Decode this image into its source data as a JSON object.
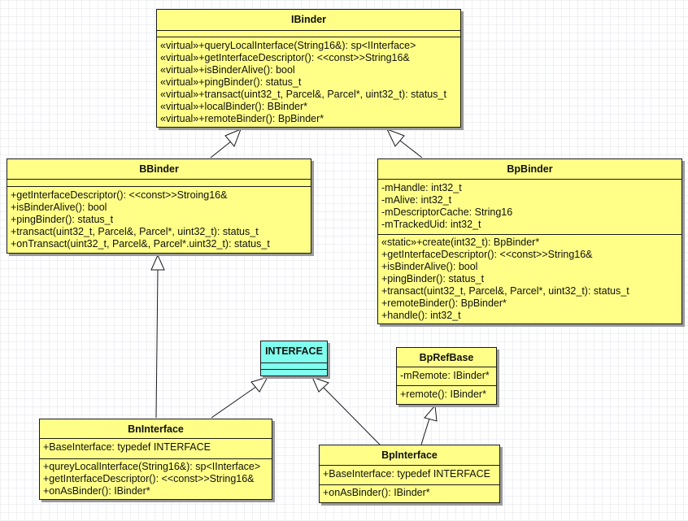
{
  "classes": {
    "ibinder": {
      "name": "IBinder",
      "attributes": [],
      "methods": [
        "«virtual»+queryLocalInterface(String16&): sp<IInterface>",
        "«virtual»+getInterfaceDescriptor(): <<const>>String16&",
        "«virtual»+isBinderAlive(): bool",
        "«virtual»+pingBinder(): status_t",
        "«virtual»+transact(uint32_t, Parcel&, Parcel*, uint32_t): status_t",
        "«virtual»+localBinder(): BBinder*",
        "«virtual»+remoteBinder(): BpBinder*"
      ]
    },
    "bbinder": {
      "name": "BBinder",
      "attributes": [],
      "methods": [
        "+getInterfaceDescriptor(): <<const>>Stroing16&",
        "+isBinderAlive(): bool",
        "+pingBinder(): status_t",
        "+transact(uint32_t, Parcel&, Parcel*, uint32_t): status_t",
        "+onTransact(uint32_t, Parcel&, Parcel*.uint32_t): status_t"
      ]
    },
    "bpbinder": {
      "name": "BpBinder",
      "attributes": [
        "-mHandle: int32_t",
        "-mAlive: int32_t",
        "-mDescriptorCache: String16",
        "-mTrackedUid: int32_t"
      ],
      "methods": [
        "«static»+create(int32_t): BpBinder*",
        "+getInterfaceDescriptor(): <<const>>String16&",
        "+isBinderAlive(): bool",
        "+pingBinder(): status_t",
        "+transact(uint32_t, Parcel&, Parcel*, uint32_t): status_t",
        "+remoteBinder(): BpBinder*",
        "+handle(): int32_t"
      ]
    },
    "interface": {
      "name": "INTERFACE",
      "attributes": [],
      "methods": []
    },
    "bprefbase": {
      "name": "BpRefBase",
      "attributes": [
        "-mRemote: IBinder*"
      ],
      "methods": [
        "+remote(): IBinder*"
      ]
    },
    "bninterface": {
      "name": "BnInterface",
      "attributes": [
        "+BaseInterface: typedef INTERFACE"
      ],
      "methods": [
        "+qureyLocalInterface(String16&): sp<IInterface>",
        "+getInterfaceDescriptor(): <<const>>String16&",
        "+onAsBinder(): IBinder*"
      ]
    },
    "bpinterface": {
      "name": "BpInterface",
      "attributes": [
        "+BaseInterface: typedef INTERFACE"
      ],
      "methods": [
        "+onAsBinder(): IBinder*"
      ]
    }
  },
  "colors": {
    "class_fill": "#ffff88",
    "template_fill": "#80ffee",
    "border": "#1a1a1a"
  },
  "relations": [
    {
      "from": "bbinder",
      "to": "ibinder",
      "type": "generalization"
    },
    {
      "from": "bpbinder",
      "to": "ibinder",
      "type": "generalization"
    },
    {
      "from": "bninterface",
      "to": "bbinder",
      "type": "generalization"
    },
    {
      "from": "bninterface",
      "to": "interface",
      "type": "generalization"
    },
    {
      "from": "bpinterface",
      "to": "interface",
      "type": "generalization"
    },
    {
      "from": "bpinterface",
      "to": "bprefbase",
      "type": "generalization"
    }
  ]
}
